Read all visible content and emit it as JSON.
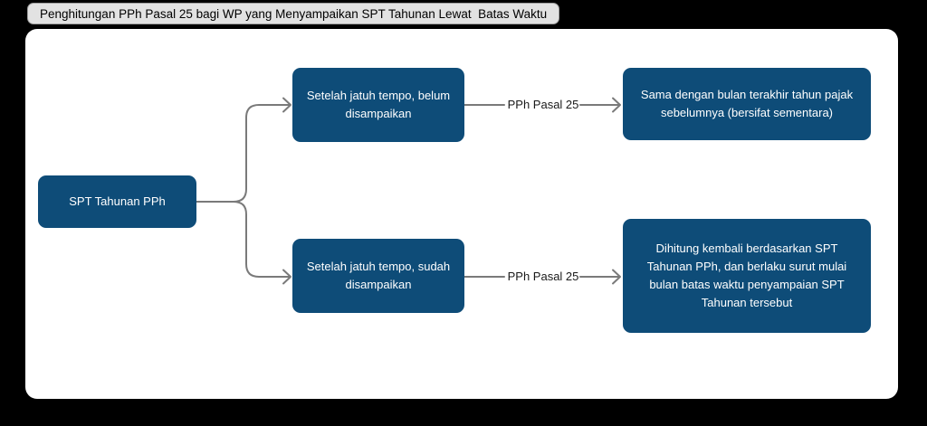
{
  "title": "Penghitungan PPh Pasal 25 bagi WP yang Menyampaikan SPT Tahunan Lewat  Batas Waktu",
  "colors": {
    "page_bg": "#000000",
    "canvas_bg": "#ffffff",
    "node_fill": "#0e4c78",
    "node_text": "#ffffff",
    "connector": "#7a7a7a",
    "label_text": "#1a1a1a",
    "title_bg": "#e2e2e2",
    "title_text": "#000000"
  },
  "diagram": {
    "root": {
      "label": "SPT Tahunan PPh"
    },
    "branches": [
      {
        "condition": "Setelah jatuh tempo, belum\ndisampaikan",
        "edge_label": "PPh Pasal 25",
        "result": "Sama dengan bulan terakhir tahun pajak\nsebelumnya (bersifat sementara)"
      },
      {
        "condition": "Setelah jatuh tempo, sudah\ndisampaikan",
        "edge_label": "PPh Pasal 25",
        "result": "Dihitung kembali berdasarkan SPT\nTahunan PPh, dan berlaku surut mulai\nbulan batas waktu penyampaian SPT\nTahunan tersebut"
      }
    ]
  }
}
